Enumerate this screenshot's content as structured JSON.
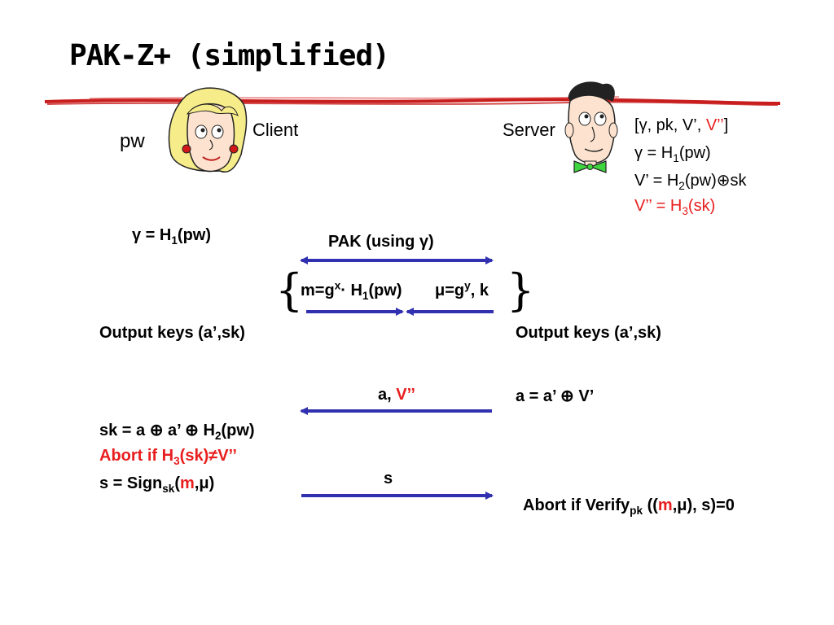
{
  "slide": {
    "title": "PAK-Z+ (simplified)"
  },
  "parties": {
    "client_label": "Client",
    "client_secret": "pw",
    "server_label": "Server"
  },
  "server_store": {
    "open": "[",
    "gamma": "γ",
    "rest": ", pk, V’, ",
    "v2": "V’’",
    "close": "]",
    "line2_a": "γ = H",
    "line2_sub": "1",
    "line2_b": "(pw)",
    "line3_a": "V’ = H",
    "line3_sub": "2",
    "line3_b": "(pw)",
    "line3_op": "⊕",
    "line3_c": "sk",
    "line4_a": "V’’ = H",
    "line4_sub": "3",
    "line4_b": "(sk)"
  },
  "protocol": {
    "client_gamma_a": "γ = H",
    "client_gamma_sub": "1",
    "client_gamma_b": "(pw)",
    "pak_label": "PAK (using γ)",
    "m_a": "m=g",
    "m_sup": "x",
    "m_b": "· H",
    "m_sub": "1",
    "m_c": "(pw)",
    "mu_a": "μ=g",
    "mu_sup": "y",
    "mu_b": ", k",
    "brace_left": "{",
    "brace_right": "}",
    "client_output": "Output keys (a’,sk)",
    "server_output": "Output keys (a’,sk)",
    "msg_a_prefix": "a, ",
    "msg_a_v": "V’’",
    "server_a": "a = a’ ⊕ V’",
    "client_sk_a": "sk = a ⊕ a’ ⊕ H",
    "client_sk_sub": "2",
    "client_sk_b": "(pw)",
    "abort_a": "Abort if H",
    "abort_sub": "3",
    "abort_b": "(sk)≠V’’",
    "sign_a": "s = Sign",
    "sign_sub": "sk",
    "sign_b": "(",
    "sign_m": "m",
    "sign_c": ",μ)",
    "msg_s": "s",
    "verify_a": "Abort if Verify",
    "verify_sub": "pk",
    "verify_b": " ((",
    "verify_m": "m",
    "verify_c": ",μ), s)=0"
  },
  "colors": {
    "arrow": "#3030b0",
    "accent_red": "#e81e1e",
    "rule_red": "#c81e1e"
  },
  "icons": [
    "client-woman-face-icon",
    "server-man-face-icon"
  ]
}
